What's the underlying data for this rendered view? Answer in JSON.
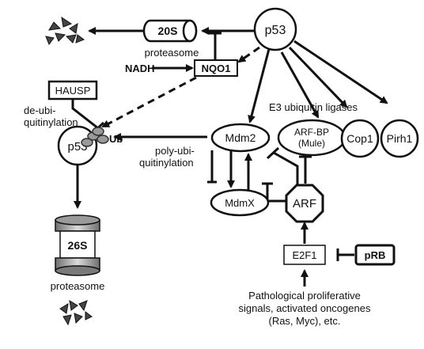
{
  "nodes": {
    "p53_top": "p53",
    "p53_left": "p53",
    "proteasome_20s": "20S",
    "proteasome_20s_caption": "proteasome",
    "nqo1": "NQO1",
    "nadh": "NADH",
    "hausp": "HAUSP",
    "deubi_line1": "de-ubi-",
    "deubi_line2": "quitinylation",
    "ub": "Ub",
    "polyubi_line1": "poly-ubi-",
    "polyubi_line2": "quitinylation",
    "e3_title": "E3 ubiquitin ligases",
    "mdm2": "Mdm2",
    "arfbp_line1": "ARF-BP",
    "arfbp_line2": "(Mule)",
    "cop1": "Cop1",
    "pirh1": "Pirh1",
    "mdmx": "MdmX",
    "arf": "ARF",
    "e2f1": "E2F1",
    "prb": "pRB",
    "proteasome_26s": "26S",
    "proteasome_26s_caption": "proteasome",
    "signals_line1": "Pathological proliferative",
    "signals_line2": "signals, activated oncogenes",
    "signals_line3": "(Ras, Myc), etc."
  },
  "colors": {
    "ink": "#111111",
    "node_fill": "#ffffff",
    "ub_fill": "#9a9a9a",
    "cylinder_dark": "#6e6e6e",
    "cylinder_light": "#dcdcdc"
  }
}
